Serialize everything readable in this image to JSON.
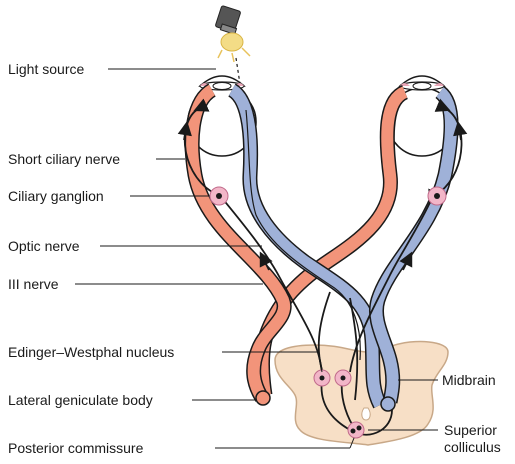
{
  "labels": {
    "light_source": "Light source",
    "short_ciliary_nerve": "Short ciliary nerve",
    "ciliary_ganglion": "Ciliary ganglion",
    "optic_nerve": "Optic nerve",
    "iii_nerve": "III nerve",
    "edinger_westphal_nucleus": "Edinger–Westphal nucleus",
    "lateral_geniculate_body": "Lateral geniculate body",
    "posterior_commissure": "Posterior commissure",
    "midbrain": "Midbrain",
    "superior_colliculus_line1": "Superior",
    "superior_colliculus_line2": "colliculus"
  },
  "colors": {
    "temporal_pathway": "#f2947a",
    "nasal_pathway": "#9fb1d8",
    "midbrain_fill": "#f7dfc6",
    "ganglion_fill": "#f2b6c8",
    "nerve_line": "#1a1a1a",
    "light_glow": "#f3dc86"
  }
}
